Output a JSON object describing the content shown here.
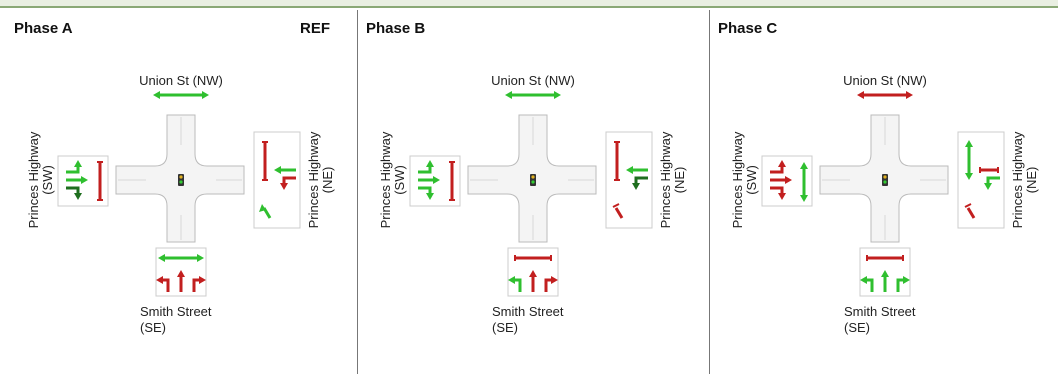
{
  "colors": {
    "green": "#2fbf2f",
    "dark_green": "#1e6e1e",
    "red": "#c21f1f",
    "road": "#f4f4f4",
    "road_edge": "#bbbbbb"
  },
  "panels": [
    {
      "title": "Phase A",
      "ref": "REF",
      "nw": {
        "label": "Union St (NW)",
        "ped": "green"
      },
      "sw": {
        "label_line1": "Princes Highway",
        "label_line2": "(SW)",
        "ped": "red",
        "through": "green",
        "left": "green",
        "right": "dark_green"
      },
      "ne": {
        "label_line1": "Princes Highway",
        "label_line2": "(NE)",
        "ped": "red",
        "through": "green",
        "right": "red",
        "bottom": "green"
      },
      "se": {
        "label_line1": "Smith Street",
        "label_line2": "(SE)",
        "ped": "green",
        "left": "red",
        "through": "red",
        "right": "red"
      }
    },
    {
      "title": "Phase B",
      "ref": "",
      "nw": {
        "label": "Union St (NW)",
        "ped": "green"
      },
      "sw": {
        "label_line1": "Princes Highway",
        "label_line2": "(SW)",
        "ped": "red",
        "through": "green",
        "left": "green",
        "right": "green"
      },
      "ne": {
        "label_line1": "Princes Highway",
        "label_line2": "(NE)",
        "ped": "red",
        "through": "green",
        "right": "dark_green",
        "bottom": "red"
      },
      "se": {
        "label_line1": "Smith Street",
        "label_line2": "(SE)",
        "ped": "red",
        "left": "green",
        "through": "red",
        "right": "red"
      }
    },
    {
      "title": "Phase C",
      "ref": "",
      "nw": {
        "label": "Union St (NW)",
        "ped": "red"
      },
      "sw": {
        "label_line1": "Princes Highway",
        "label_line2": "(SW)",
        "ped": "green",
        "through": "red",
        "left": "red",
        "right": "red"
      },
      "ne": {
        "label_line1": "Princes Highway",
        "label_line2": "(NE)",
        "ped": "green",
        "through": "red",
        "right": "green",
        "bottom": "red"
      },
      "se": {
        "label_line1": "Smith Street",
        "label_line2": "(SE)",
        "ped": "red",
        "left": "green",
        "through": "green",
        "right": "green"
      }
    }
  ]
}
